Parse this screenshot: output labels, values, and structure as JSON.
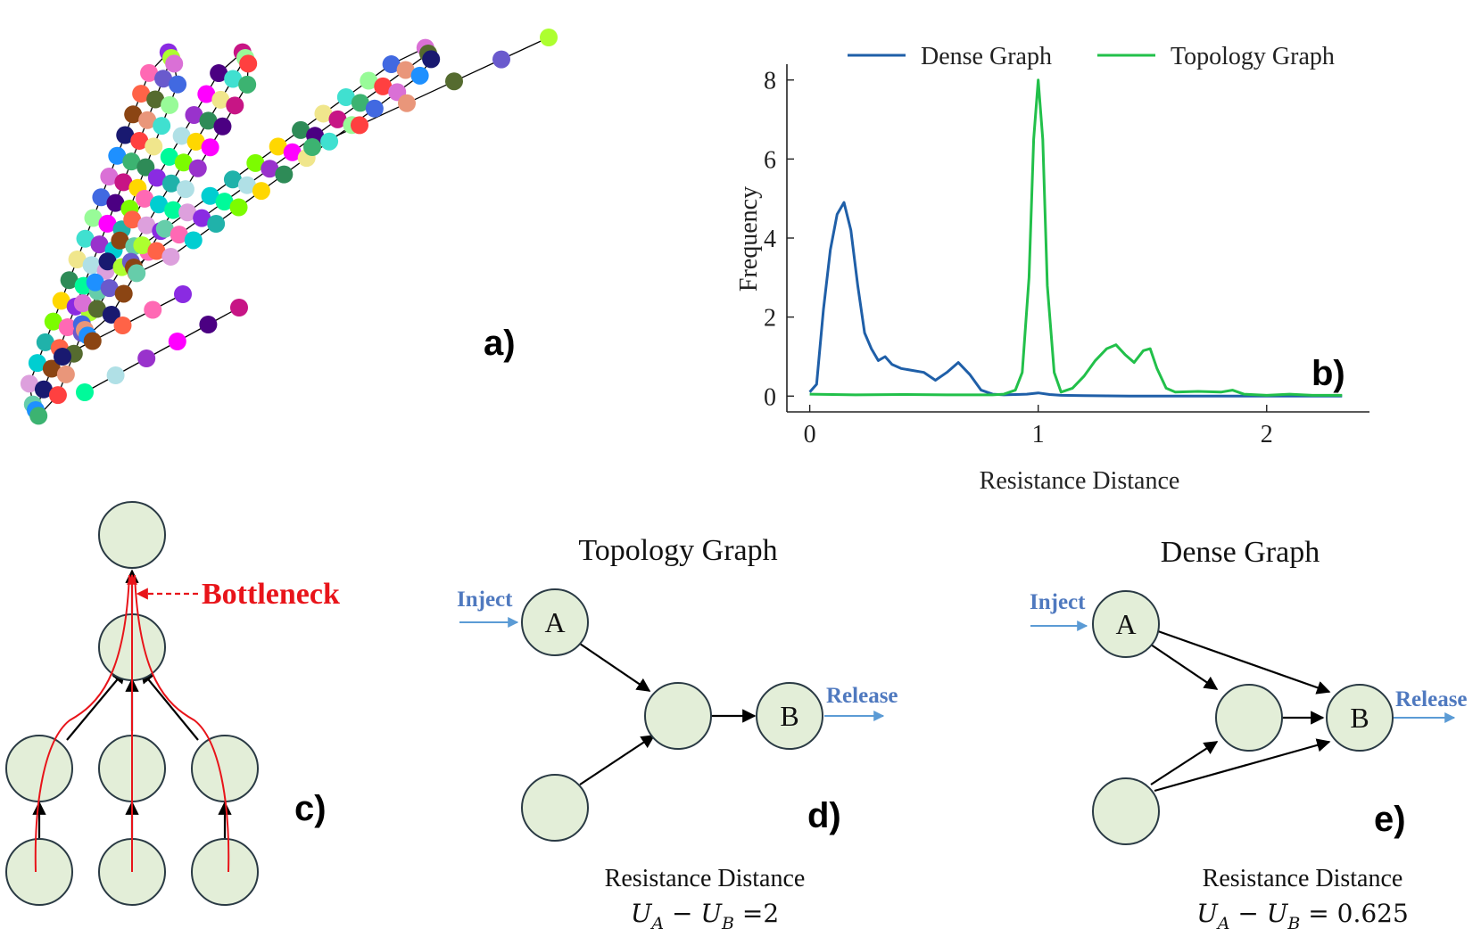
{
  "panels": {
    "a": {
      "label": "a)"
    },
    "b": {
      "label": "b)"
    },
    "c": {
      "label": "c)",
      "bottleneck_label": "Bottleneck",
      "bottleneck_color": "#e8141a"
    },
    "d": {
      "label": "d)",
      "title": "Topology Graph",
      "inject_label": "Inject",
      "release_label": "Release",
      "node_a": "A",
      "node_b": "B",
      "caption": "Resistance Distance",
      "formula_lhs": "U",
      "sub_a": "A",
      "sub_b": "B",
      "formula_rhs": "=2"
    },
    "e": {
      "label": "e)",
      "title": "Dense Graph",
      "inject_label": "Inject",
      "release_label": "Release",
      "node_a": "A",
      "node_b": "B",
      "caption": "Resistance Distance",
      "formula_lhs": "U",
      "sub_a": "A",
      "sub_b": "B",
      "formula_rhs": "= 0.625"
    }
  },
  "colors": {
    "node_fill": "#e3eed8",
    "flow_arrow": "#5b9bd5",
    "dense_series": "#1f5fa8",
    "topology_series": "#22c04a",
    "bottleneck": "#e8141a"
  },
  "chart_data": {
    "type": "line",
    "xlabel": "Resistance Distance",
    "ylabel": "Frequency",
    "xlim": [
      -0.1,
      2.45
    ],
    "ylim": [
      -0.4,
      8.4
    ],
    "xticks": [
      0,
      1,
      2
    ],
    "yticks": [
      0,
      2,
      4,
      6,
      8
    ],
    "legend_position": "top",
    "series": [
      {
        "name": "Dense Graph",
        "color": "#1f5fa8",
        "x": [
          0,
          0.03,
          0.06,
          0.09,
          0.12,
          0.15,
          0.18,
          0.21,
          0.24,
          0.27,
          0.3,
          0.33,
          0.36,
          0.4,
          0.45,
          0.5,
          0.55,
          0.6,
          0.65,
          0.7,
          0.75,
          0.8,
          0.85,
          0.9,
          0.95,
          1.0,
          1.05,
          1.1,
          1.2,
          1.4,
          1.6,
          1.8,
          2.0,
          2.2,
          2.33
        ],
        "y": [
          0.1,
          0.3,
          2.2,
          3.7,
          4.6,
          4.9,
          4.2,
          2.8,
          1.6,
          1.2,
          0.9,
          1.0,
          0.8,
          0.7,
          0.65,
          0.6,
          0.4,
          0.6,
          0.85,
          0.55,
          0.15,
          0.05,
          0.03,
          0.04,
          0.05,
          0.08,
          0.04,
          0.02,
          0.01,
          0.0,
          0.0,
          0.0,
          0.0,
          0.0,
          0.0
        ]
      },
      {
        "name": "Topology Graph",
        "color": "#22c04a",
        "x": [
          0,
          0.2,
          0.4,
          0.6,
          0.8,
          0.85,
          0.9,
          0.93,
          0.96,
          0.98,
          1.0,
          1.02,
          1.04,
          1.07,
          1.1,
          1.15,
          1.2,
          1.25,
          1.3,
          1.34,
          1.38,
          1.42,
          1.46,
          1.49,
          1.52,
          1.56,
          1.6,
          1.7,
          1.8,
          1.85,
          1.9,
          2.0,
          2.1,
          2.2,
          2.33
        ],
        "y": [
          0.05,
          0.03,
          0.04,
          0.03,
          0.03,
          0.05,
          0.15,
          0.6,
          3.0,
          6.5,
          8.0,
          6.5,
          2.8,
          0.6,
          0.1,
          0.2,
          0.5,
          0.9,
          1.2,
          1.3,
          1.05,
          0.85,
          1.15,
          1.2,
          0.7,
          0.2,
          0.1,
          0.12,
          0.1,
          0.15,
          0.05,
          0.02,
          0.05,
          0.02,
          0.02
        ]
      }
    ]
  }
}
